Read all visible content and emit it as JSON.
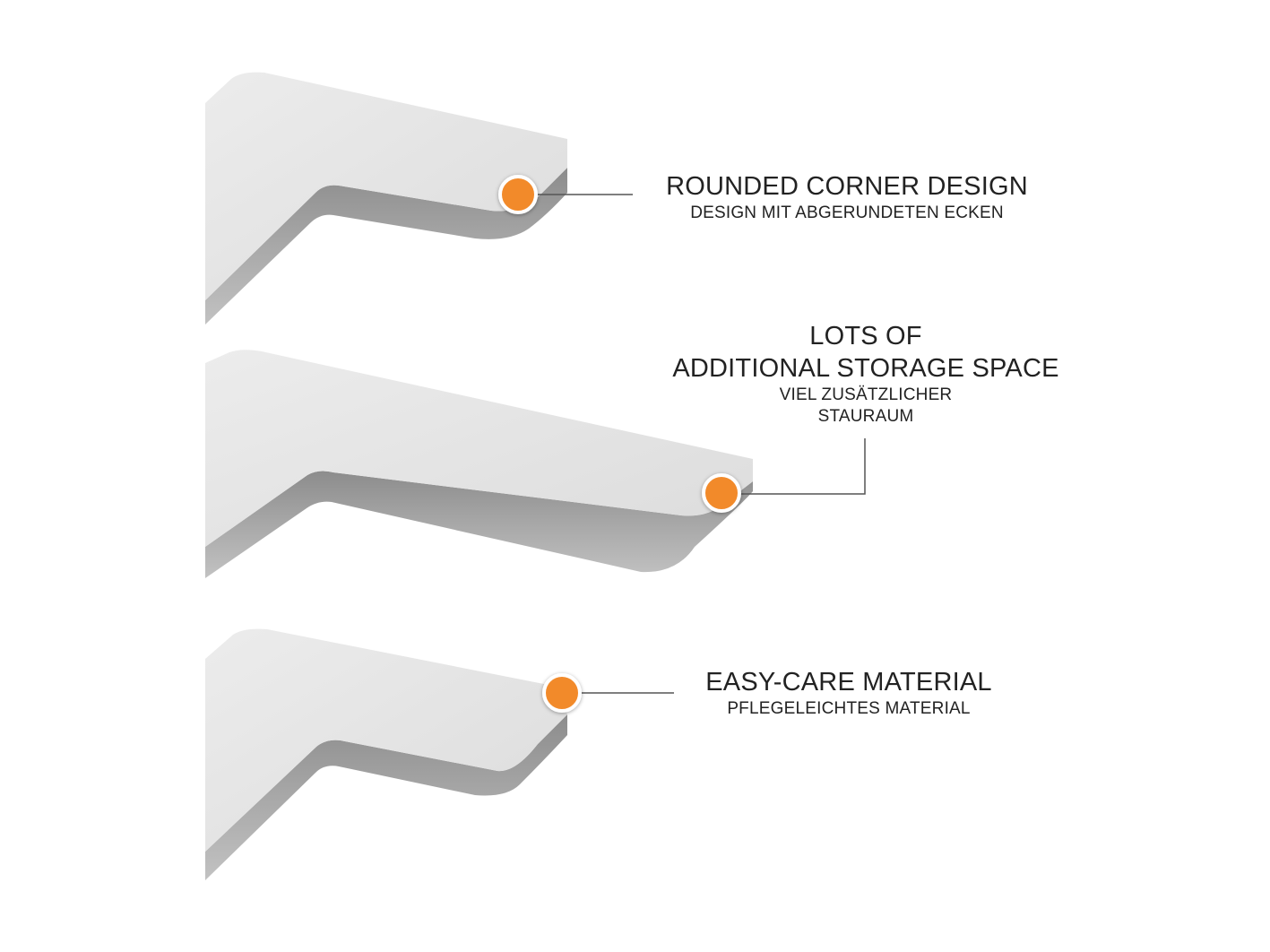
{
  "colors": {
    "background": "#ffffff",
    "shelf_top": "#e6e6e6",
    "shelf_edge": "#9a9a9a",
    "marker": "#f28a2a",
    "marker_ring": "#ffffff",
    "leader_line": "#555555",
    "text": "#222222"
  },
  "features": [
    {
      "title_lines": [
        "ROUNDED CORNER DESIGN"
      ],
      "subtitle_lines": [
        "DESIGN MIT ABGERUNDETEN ECKEN"
      ]
    },
    {
      "title_lines": [
        "LOTS OF",
        "ADDITIONAL STORAGE SPACE"
      ],
      "subtitle_lines": [
        "VIEL ZUSÄTZLICHER",
        "STAURAUM"
      ]
    },
    {
      "title_lines": [
        "EASY-CARE MATERIAL"
      ],
      "subtitle_lines": [
        "PFLEGELEICHTES MATERIAL"
      ]
    }
  ]
}
